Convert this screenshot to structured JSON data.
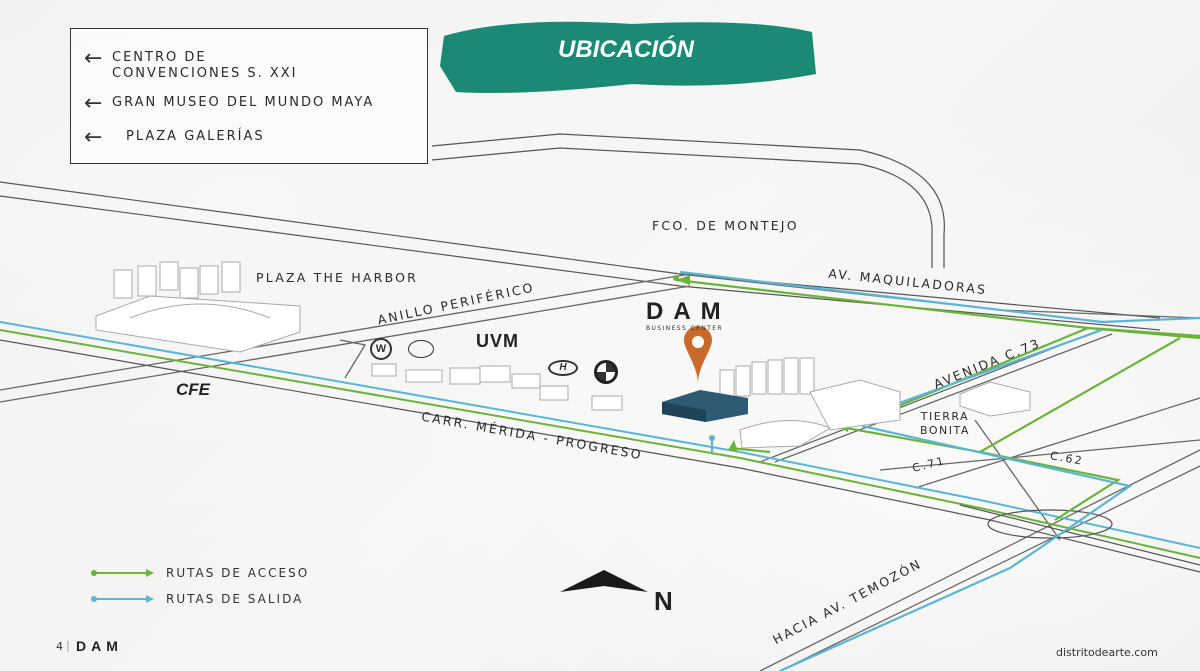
{
  "title": "UBICACIÓN",
  "colors": {
    "teal": "#1a8a74",
    "access": "#6ab43c",
    "exit": "#5bb5d6",
    "building": "#2d5b74",
    "pin": "#c96a2c"
  },
  "directions": [
    {
      "label": "CENTRO DE\nCONVENCIONES S. XXI",
      "icon": "arrow-left-icon"
    },
    {
      "label": "GRAN MUSEO DEL MUNDO MAYA",
      "icon": "arrow-left-icon"
    },
    {
      "label": "PLAZA GALERÍAS",
      "icon": "arrow-left-icon"
    }
  ],
  "roads": {
    "fco_montejo": "FCO. DE MONTEJO",
    "maquiladoras": "AV. MAQUILADORAS",
    "anillo": "ANILLO PERIFÉRICO",
    "carretera": "CARR. MÉRIDA - PROGRESO",
    "avenida_c73": "AVENIDA C.73",
    "c71": "C.71",
    "c62": "C.62",
    "temozon": "HACIA AV. TEMOZÓN"
  },
  "places": {
    "harbor": "PLAZA THE HARBOR",
    "tierra_bonita": "TIERRA\nBONITA",
    "cfe": "CFE",
    "uvm": "UVM"
  },
  "dam": {
    "logo": "DAM",
    "subtitle": "BUSINESS CENTER"
  },
  "legend": [
    {
      "label": "RUTAS DE ACCESO",
      "color": "#6ab43c"
    },
    {
      "label": "RUTAS DE SALIDA",
      "color": "#5bb5d6"
    }
  ],
  "north": "N",
  "footer": {
    "page": "4",
    "brand": "DAM",
    "website": "distritodearte.com"
  }
}
